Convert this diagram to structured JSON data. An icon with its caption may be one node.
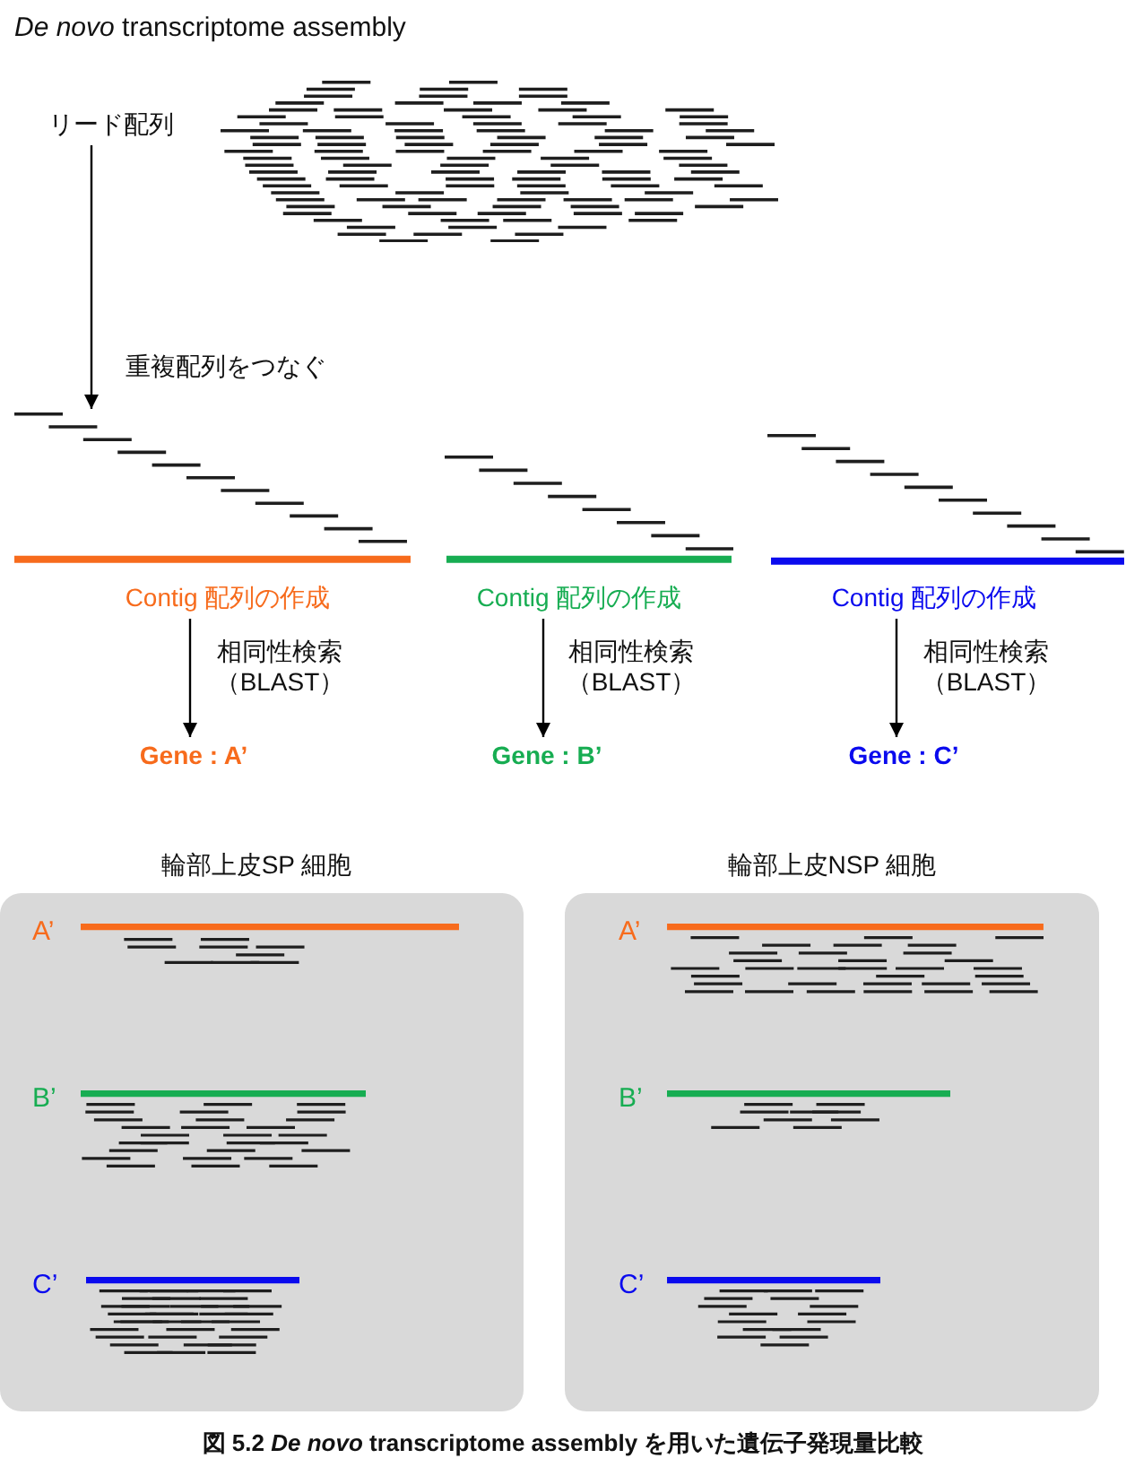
{
  "diagram": {
    "title": "*De novo* transcriptome assembly",
    "caption": "図 5.2 *De novo* transcriptome assembly を用いた遺伝子発現量比較",
    "nodes": [
      {
        "text": [
          "リード配列"
        ]
      },
      {
        "text": [
          "Contig 配列の作成"
        ]
      },
      {
        "text": [
          "Contig 配列の作成"
        ]
      },
      {
        "text": [
          "Contig 配列の作成"
        ]
      },
      {
        "text": [
          "Gene : A’"
        ]
      },
      {
        "text": [
          "Gene : B’"
        ]
      },
      {
        "text": [
          "Gene : C’"
        ]
      },
      {
        "text": [
          "輪部上皮SP 細胞"
        ]
      },
      {
        "text": [
          "輪部上皮NSP 細胞"
        ]
      }
    ],
    "edges": [
      {
        "from": 0,
        "to": 1,
        "arrow": "to",
        "label": "重複配列をつなぐ"
      },
      {
        "from": 1,
        "to": 4,
        "arrow": "to",
        "label": "相同性検索（BLAST）"
      },
      {
        "from": 2,
        "to": 5,
        "arrow": "to",
        "label": "相同性検索（BLAST）"
      },
      {
        "from": 3,
        "to": 6,
        "arrow": "to",
        "label": "相同性検索（BLAST）"
      }
    ],
    "labels": [
      "A’",
      "A’",
      "B’",
      "B’",
      "C’",
      "C’"
    ]
  }
}
